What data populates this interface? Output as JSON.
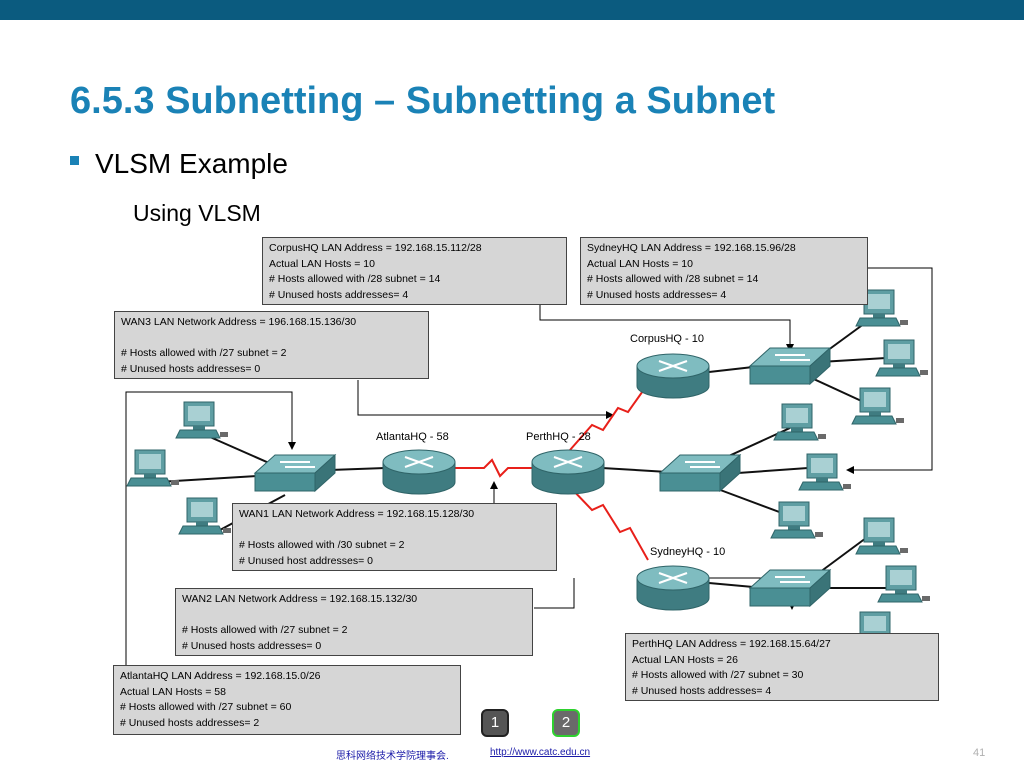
{
  "slide": {
    "title": "6.5.3 Subnetting – Subnetting a Subnet",
    "bullet": "VLSM Example",
    "subheading": "Using VLSM",
    "page_number": "41",
    "footer_org": "思科网络技术学院理事会.",
    "footer_url": "http://www.catc.edu.cn",
    "nav": [
      "1",
      "2"
    ]
  },
  "routers": {
    "corpus": "CorpusHQ - 10",
    "atlanta": "AtlantaHQ - 58",
    "perth": "PerthHQ - 28",
    "sydney": "SydneyHQ - 10"
  },
  "boxes": {
    "corpus_lan": [
      "CorpusHQ LAN Address = 192.168.15.112/28",
      "Actual LAN Hosts = 10",
      "# Hosts allowed with /28 subnet = 14",
      "# Unused hosts addresses= 4"
    ],
    "sydney_lan": [
      "SydneyHQ LAN Address = 192.168.15.96/28",
      "Actual LAN Hosts = 10",
      "# Hosts allowed with /28 subnet = 14",
      "# Unused hosts addresses= 4"
    ],
    "wan3": [
      "WAN3 LAN Network Address = 196.168.15.136/30",
      "",
      "# Hosts allowed with /27 subnet = 2",
      "# Unused hosts addresses= 0"
    ],
    "wan1": [
      "WAN1 LAN Network Address = 192.168.15.128/30",
      "",
      "# Hosts allowed with /30 subnet = 2",
      "# Unused host addresses= 0"
    ],
    "wan2": [
      "WAN2 LAN Network Address = 192.168.15.132/30",
      "",
      "# Hosts allowed with /27 subnet = 2",
      "# Unused hosts addresses= 0"
    ],
    "perth_lan": [
      "PerthHQ LAN Address = 192.168.15.64/27",
      "Actual LAN Hosts = 26",
      "# Hosts allowed with /27 subnet = 30",
      "# Unused hosts addresses= 4"
    ],
    "atlanta_lan": [
      "AtlantaHQ LAN Address = 192.168.15.0/26",
      "Actual LAN Hosts = 58",
      "# Hosts allowed with /27 subnet = 60",
      "# Unused hosts addresses= 2"
    ]
  },
  "colors": {
    "accent": "#1a82b6",
    "top_bar": "#0b5b7f",
    "wan_link": "#e8201a",
    "device": "#4a8f94",
    "box_fill": "#d6d6d6"
  }
}
